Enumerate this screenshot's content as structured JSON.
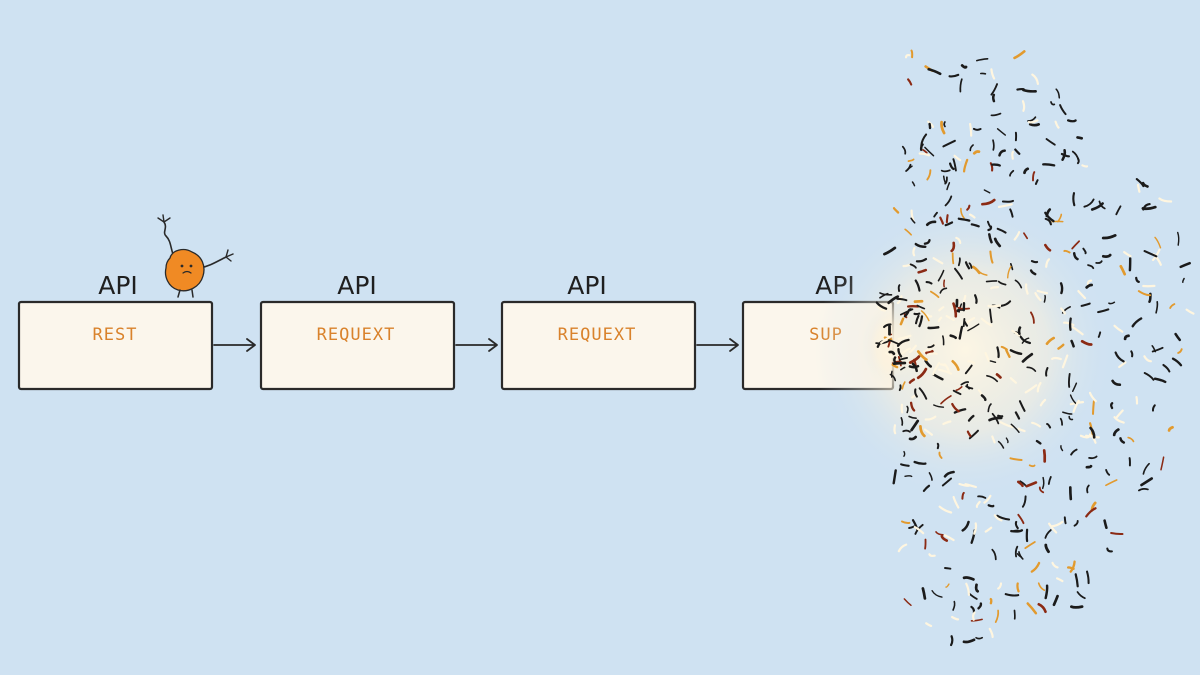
{
  "colors": {
    "background": "#cfe2f2",
    "box_fill": "#fbf6ec",
    "box_stroke": "#2a2a2a",
    "box_text": "#d9822b",
    "mascot": "#f08a24",
    "particle_dark": "#1b1b1b",
    "particle_red": "#8b2a14",
    "particle_orange": "#e29a2e",
    "particle_cream": "#fff6e0"
  },
  "stages": [
    {
      "api_label": "API",
      "box_text": "REST"
    },
    {
      "api_label": "API",
      "box_text": "REQUEXT"
    },
    {
      "api_label": "API",
      "box_text": "REQUEXT"
    },
    {
      "api_label": "API",
      "box_text": "SUP"
    }
  ],
  "icons": {
    "mascot": "orange-blob-creature-icon",
    "arrow": "arrow-right-icon",
    "disintegration": "particle-scatter"
  }
}
